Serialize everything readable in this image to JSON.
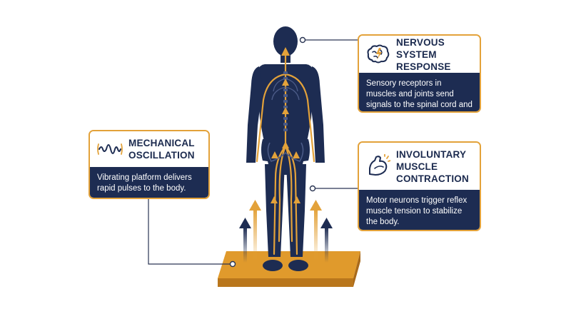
{
  "callouts": {
    "mechanical": {
      "title": "MECHANICAL OSCILLATION",
      "description": "Vibrating platform delivers rapid pulses to the body.",
      "icon": "wave-icon"
    },
    "nervous": {
      "title": "NERVOUS SYSTEM RESPONSE",
      "description": "Sensory receptors in muscles and joints send signals to the spinal cord and brain.",
      "icon": "brain-icon"
    },
    "muscle": {
      "title": "INVOLUNTARY MUSCLE CONTRACTION",
      "description": "Motor neurons trigger reflex muscle tension to stabilize the body.",
      "icon": "flexed-arm-icon"
    }
  },
  "colors": {
    "navy": "#1d2c52",
    "accent": "#e3a23a",
    "platform": "#e09a2c",
    "line": "#2a3553"
  }
}
